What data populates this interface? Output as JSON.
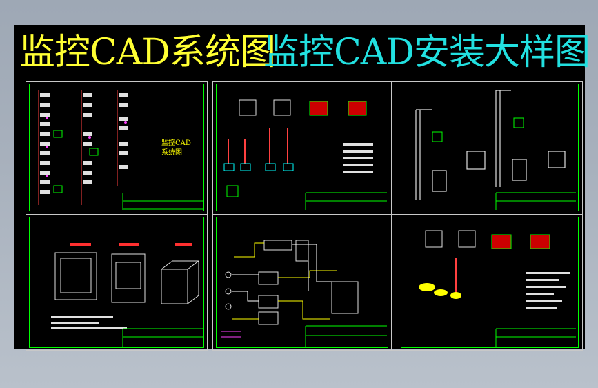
{
  "title_left": "监控CAD系统图",
  "title_right": "监控CAD安装大样图",
  "panels": [
    {
      "id": "system-diagram",
      "label_line1": "监控CAD",
      "label_line2": "系统图"
    },
    {
      "id": "camera-detail"
    },
    {
      "id": "pole-detail"
    },
    {
      "id": "cabinet-detail"
    },
    {
      "id": "wiring-diagram"
    },
    {
      "id": "install-detail"
    }
  ],
  "colors": {
    "frame": "#00ff00",
    "title_left": "#ffff33",
    "title_right": "#22e0e0",
    "background": "#000000"
  }
}
